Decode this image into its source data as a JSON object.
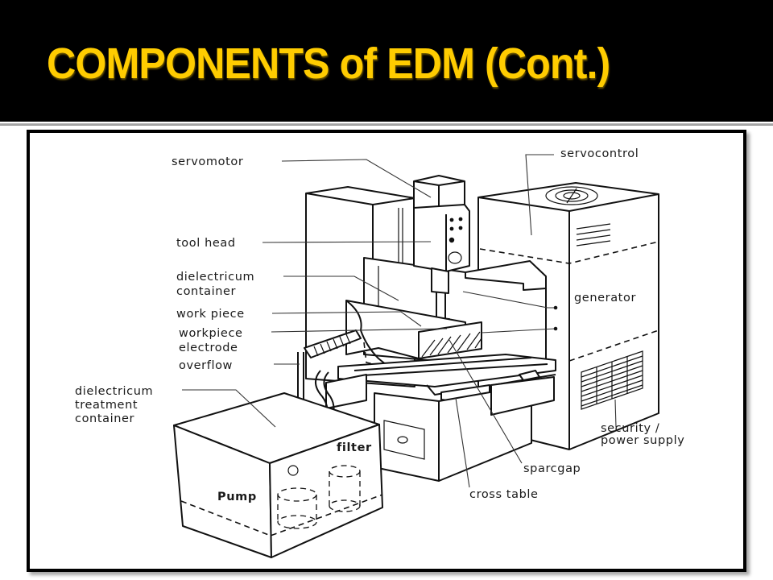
{
  "slide": {
    "title": "COMPONENTS of EDM (Cont.)",
    "title_color": "#ffcc00",
    "header_bg": "#000000"
  },
  "diagram": {
    "subject": "EDM machine components",
    "labels": {
      "servomotor": "servomotor",
      "tool_head": "tool head",
      "dielectricum_container_1": "dielectricum",
      "dielectricum_container_2": "container",
      "work_piece": "work piece",
      "workpiece_electrode_1": "workpiece",
      "workpiece_electrode_2": "electrode",
      "overflow": "overflow",
      "treatment_1": "dielectricum",
      "treatment_2": "treatment",
      "treatment_3": "container",
      "filter": "filter",
      "pump": "Pump",
      "servocontrol": "servocontrol",
      "generator": "generator",
      "security_1": "security /",
      "security_2": "power supply",
      "sparcgap": "sparcgap",
      "cross_table": "cross table"
    }
  }
}
